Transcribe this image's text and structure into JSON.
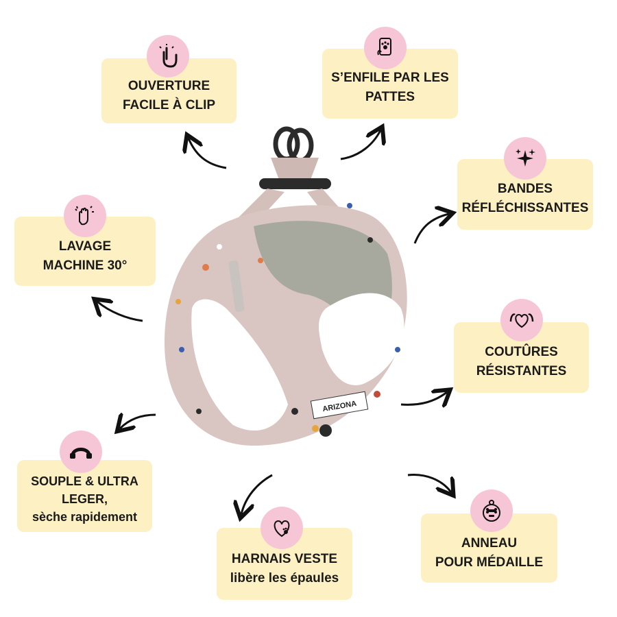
{
  "features": {
    "clip": {
      "line1": "OUVERTURE",
      "line2": "FACILE À CLIP",
      "icon": "tap-hand-icon"
    },
    "paws": {
      "line1": "S’ENFILE PAR LES",
      "line2": "PATTES",
      "icon": "paw-hand-icon"
    },
    "reflective": {
      "line1": "BANDES",
      "line2": "RÉFLÉCHISSANTES",
      "icon": "sparkle-icon"
    },
    "wash": {
      "line1": "LAVAGE",
      "line2": "MACHINE 30°",
      "icon": "washing-hand-icon"
    },
    "seams": {
      "line1": "COUTÛRES",
      "line2": "RÉSISTANTES",
      "icon": "strong-heart-icon"
    },
    "light": {
      "line1": "SOUPLE & ULTRA",
      "line2": "LEGER,",
      "line3": "sèche rapidement",
      "icon": "flexible-band-icon"
    },
    "vest": {
      "line1": "HARNAIS VESTE",
      "line2": "libère les épaules",
      "icon": "heart-paw-icon"
    },
    "ring": {
      "line1": "ANNEAU",
      "line2": "POUR MÉDAILLE",
      "icon": "bone-tag-icon"
    }
  },
  "product": {
    "brand_label": "ARIZONA"
  },
  "colors": {
    "card": "#fdf0c2",
    "badge": "#f7c6d6",
    "harness": "#d9c6c2",
    "lining": "#a7a99e"
  }
}
